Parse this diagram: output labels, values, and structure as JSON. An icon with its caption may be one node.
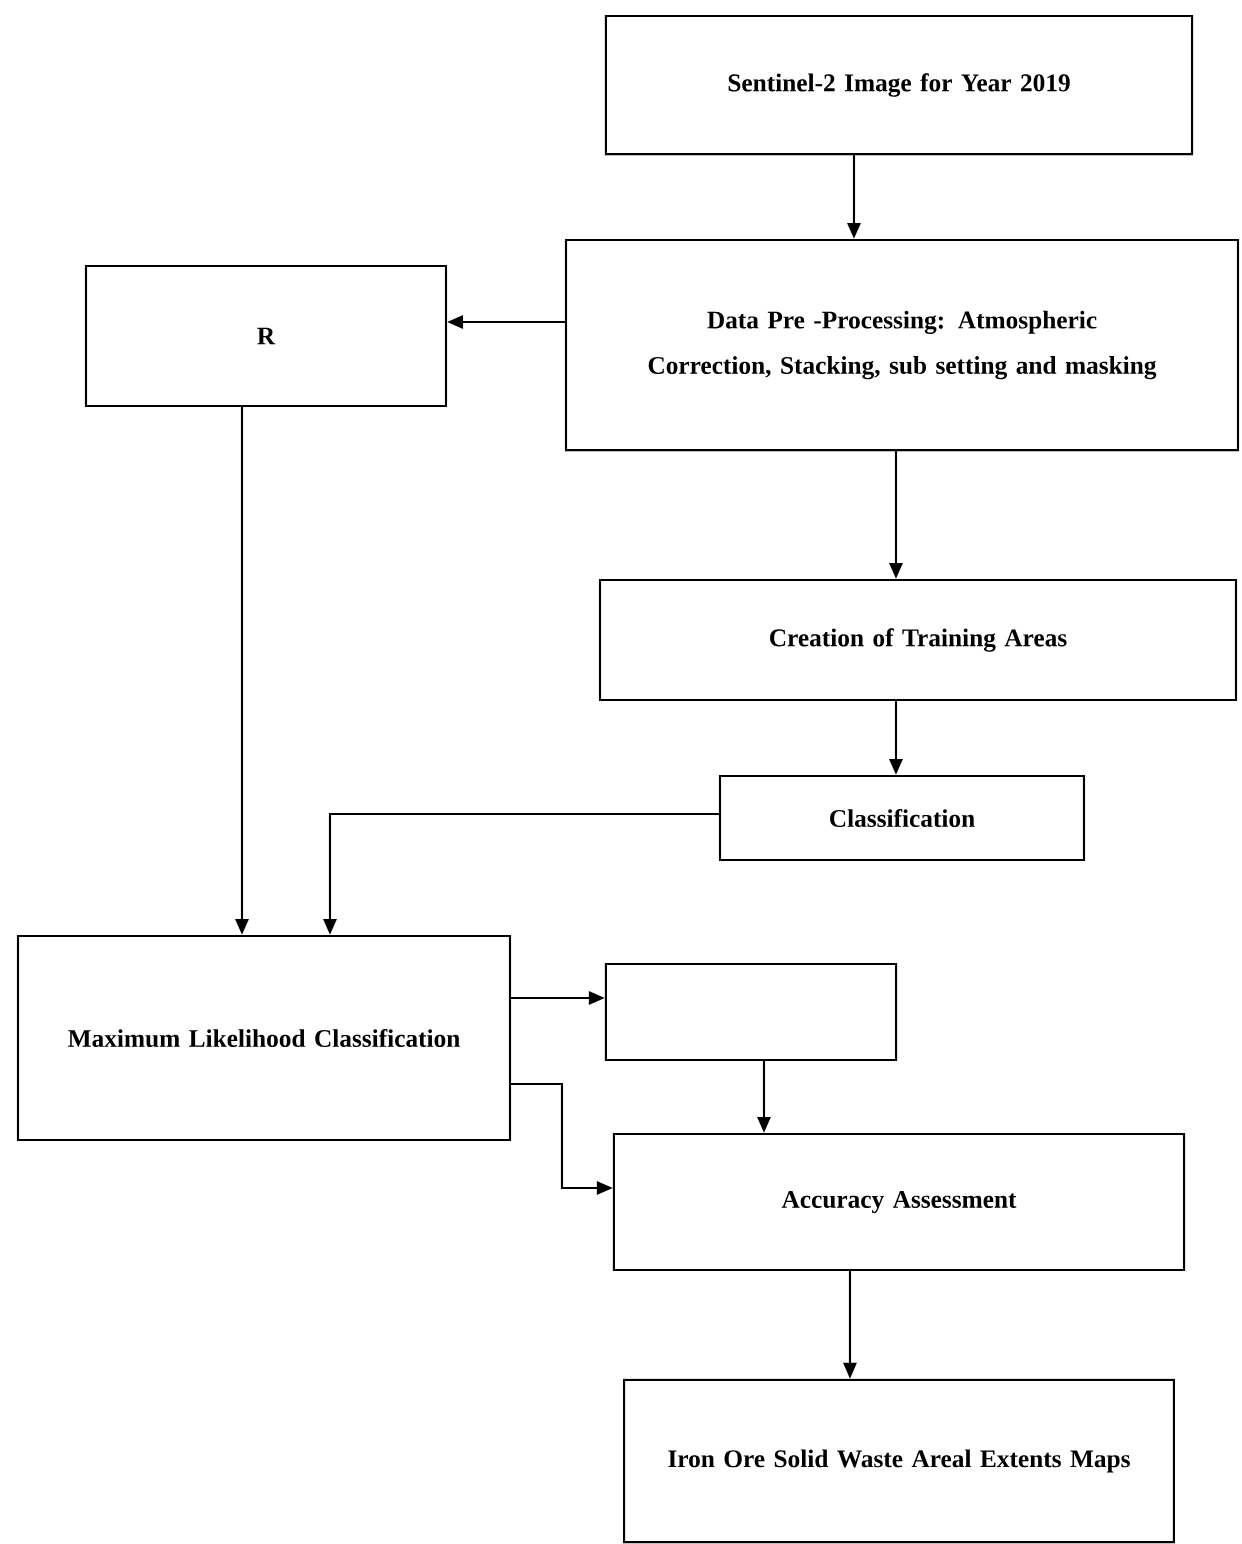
{
  "diagram": {
    "nodes": [
      {
        "text": [
          "Sentinel-2 Image for Year 2019"
        ]
      },
      {
        "text": [
          "Data Pre -Processing: Atmospheric Correction, Stacking, sub setting and masking"
        ]
      },
      {
        "text": [
          "R"
        ]
      },
      {
        "text": [
          "Creation of Training Areas"
        ]
      },
      {
        "text": [
          "Classification"
        ]
      },
      {
        "text": [
          "Maximum Likelihood Classification"
        ]
      },
      {
        "text": [],
        "shape": "box"
      },
      {
        "text": [
          "Accuracy Assessment"
        ]
      },
      {
        "text": [
          "Iron Ore Solid Waste Areal Extents Maps"
        ]
      }
    ],
    "edges": [
      {
        "from": 0,
        "to": 1,
        "arrow": "to"
      },
      {
        "from": 1,
        "to": 2,
        "arrow": "to"
      },
      {
        "from": 1,
        "to": 3,
        "arrow": "to"
      },
      {
        "from": 3,
        "to": 4,
        "arrow": "to"
      },
      {
        "from": 2,
        "to": 5,
        "arrow": "to"
      },
      {
        "from": 4,
        "to": 5,
        "arrow": "to"
      },
      {
        "from": 5,
        "to": 6,
        "arrow": "to"
      },
      {
        "from": 6,
        "to": 7,
        "arrow": "to"
      },
      {
        "from": 5,
        "to": 7,
        "arrow": "to"
      },
      {
        "from": 7,
        "to": 8,
        "arrow": "to"
      }
    ]
  }
}
